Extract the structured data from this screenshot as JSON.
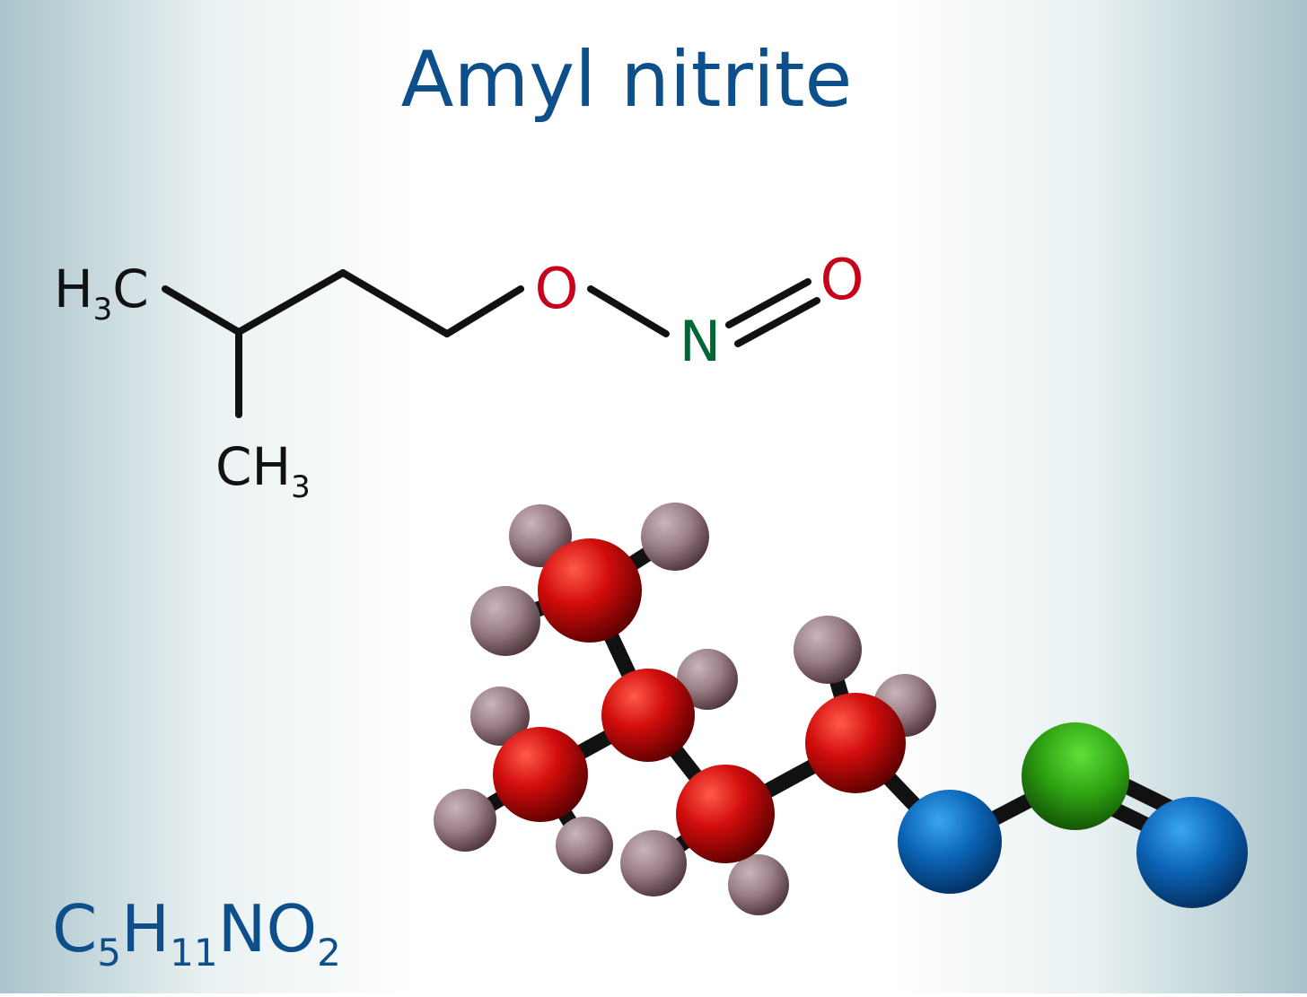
{
  "title": "Amyl nitrite",
  "structural_formula": {
    "labels": {
      "h3c": {
        "main": "H",
        "sub": "3",
        "tail": "C"
      },
      "ch3": {
        "main": "CH",
        "sub": "3"
      },
      "o1": "O",
      "n": "N",
      "o2": "O"
    }
  },
  "molecular_formula": {
    "parts": [
      {
        "text": "C",
        "sub": "5"
      },
      {
        "text": "H",
        "sub": "11"
      },
      {
        "text": "NO",
        "sub": "2"
      }
    ]
  },
  "colors": {
    "title": "#0c4f8a",
    "bond": "#111111",
    "oxygen_label": "#c8001a",
    "nitrogen_label": "#006633",
    "formula": "#0c4f8a",
    "carbon_atom": "#d10c0c",
    "hydrogen_atom": "#9a7f86",
    "oxygen_atom": "#0b63b5",
    "nitrogen_atom": "#2ea312"
  }
}
